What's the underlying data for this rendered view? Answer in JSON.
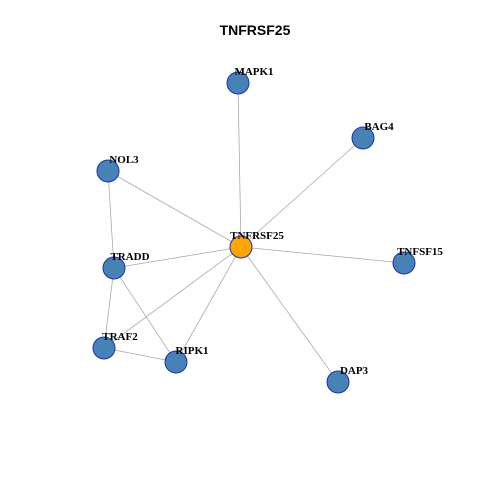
{
  "title": "TNFRSF25",
  "colors": {
    "hub_fill": "#FFA500",
    "node_fill": "#4682B4",
    "node_stroke": "#1C2FBF",
    "edge": "#A9A9A9"
  },
  "nodes": [
    {
      "id": "TNFRSF25",
      "label": "TNFRSF25",
      "hub": true
    },
    {
      "id": "MAPK1",
      "label": "MAPK1",
      "hub": false
    },
    {
      "id": "BAG4",
      "label": "BAG4",
      "hub": false
    },
    {
      "id": "NOL3",
      "label": "NOL3",
      "hub": false
    },
    {
      "id": "TRADD",
      "label": "TRADD",
      "hub": false
    },
    {
      "id": "TNFSF15",
      "label": "TNFSF15",
      "hub": false
    },
    {
      "id": "TRAF2",
      "label": "TRAF2",
      "hub": false
    },
    {
      "id": "RIPK1",
      "label": "RIPK1",
      "hub": false
    },
    {
      "id": "DAP3",
      "label": "DAP3",
      "hub": false
    }
  ],
  "edges": [
    [
      "TNFRSF25",
      "MAPK1"
    ],
    [
      "TNFRSF25",
      "BAG4"
    ],
    [
      "TNFRSF25",
      "NOL3"
    ],
    [
      "TNFRSF25",
      "TRADD"
    ],
    [
      "TNFRSF25",
      "TNFSF15"
    ],
    [
      "TNFRSF25",
      "TRAF2"
    ],
    [
      "TNFRSF25",
      "RIPK1"
    ],
    [
      "TNFRSF25",
      "DAP3"
    ],
    [
      "NOL3",
      "TRADD"
    ],
    [
      "TRADD",
      "TRAF2"
    ],
    [
      "TRADD",
      "RIPK1"
    ],
    [
      "TRAF2",
      "RIPK1"
    ]
  ]
}
